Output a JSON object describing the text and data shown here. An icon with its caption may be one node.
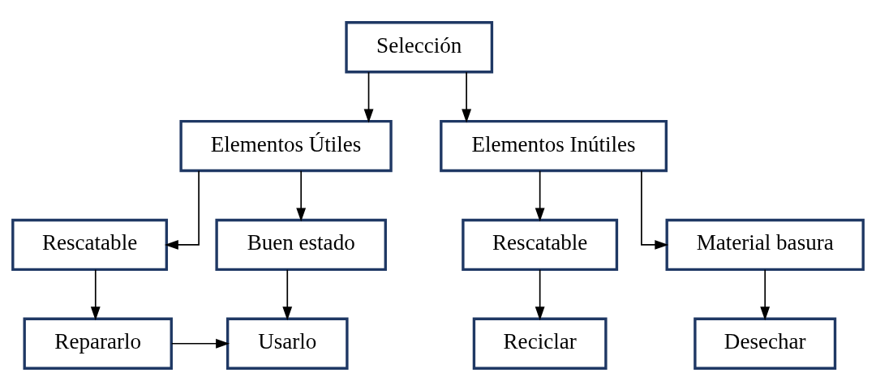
{
  "diagram": {
    "nodes": [
      {
        "text": [
          "Selección"
        ]
      },
      {
        "text": [
          "Elementos Útiles"
        ]
      },
      {
        "text": [
          "Elementos Inútiles"
        ]
      },
      {
        "text": [
          "Buen estado"
        ]
      },
      {
        "text": [
          "Rescatable"
        ]
      },
      {
        "text": [
          "Rescatable"
        ]
      },
      {
        "text": [
          "Material basura"
        ]
      },
      {
        "text": [
          "Usarlo"
        ]
      },
      {
        "text": [
          "Repararlo"
        ]
      },
      {
        "text": [
          "Reciclar"
        ]
      },
      {
        "text": [
          "Desechar"
        ]
      }
    ],
    "edges": [
      {
        "from": 0,
        "to": 1,
        "arrow": "to"
      },
      {
        "from": 0,
        "to": 2,
        "arrow": "to"
      },
      {
        "from": 1,
        "to": 3,
        "arrow": "to"
      },
      {
        "from": 1,
        "to": 4,
        "arrow": "to"
      },
      {
        "from": 2,
        "to": 5,
        "arrow": "to"
      },
      {
        "from": 2,
        "to": 6,
        "arrow": "to"
      },
      {
        "from": 3,
        "to": 7,
        "arrow": "to"
      },
      {
        "from": 4,
        "to": 8,
        "arrow": "to"
      },
      {
        "from": 5,
        "to": 9,
        "arrow": "to"
      },
      {
        "from": 6,
        "to": 10,
        "arrow": "to"
      },
      {
        "from": 8,
        "to": 7,
        "arrow": "to"
      }
    ]
  }
}
